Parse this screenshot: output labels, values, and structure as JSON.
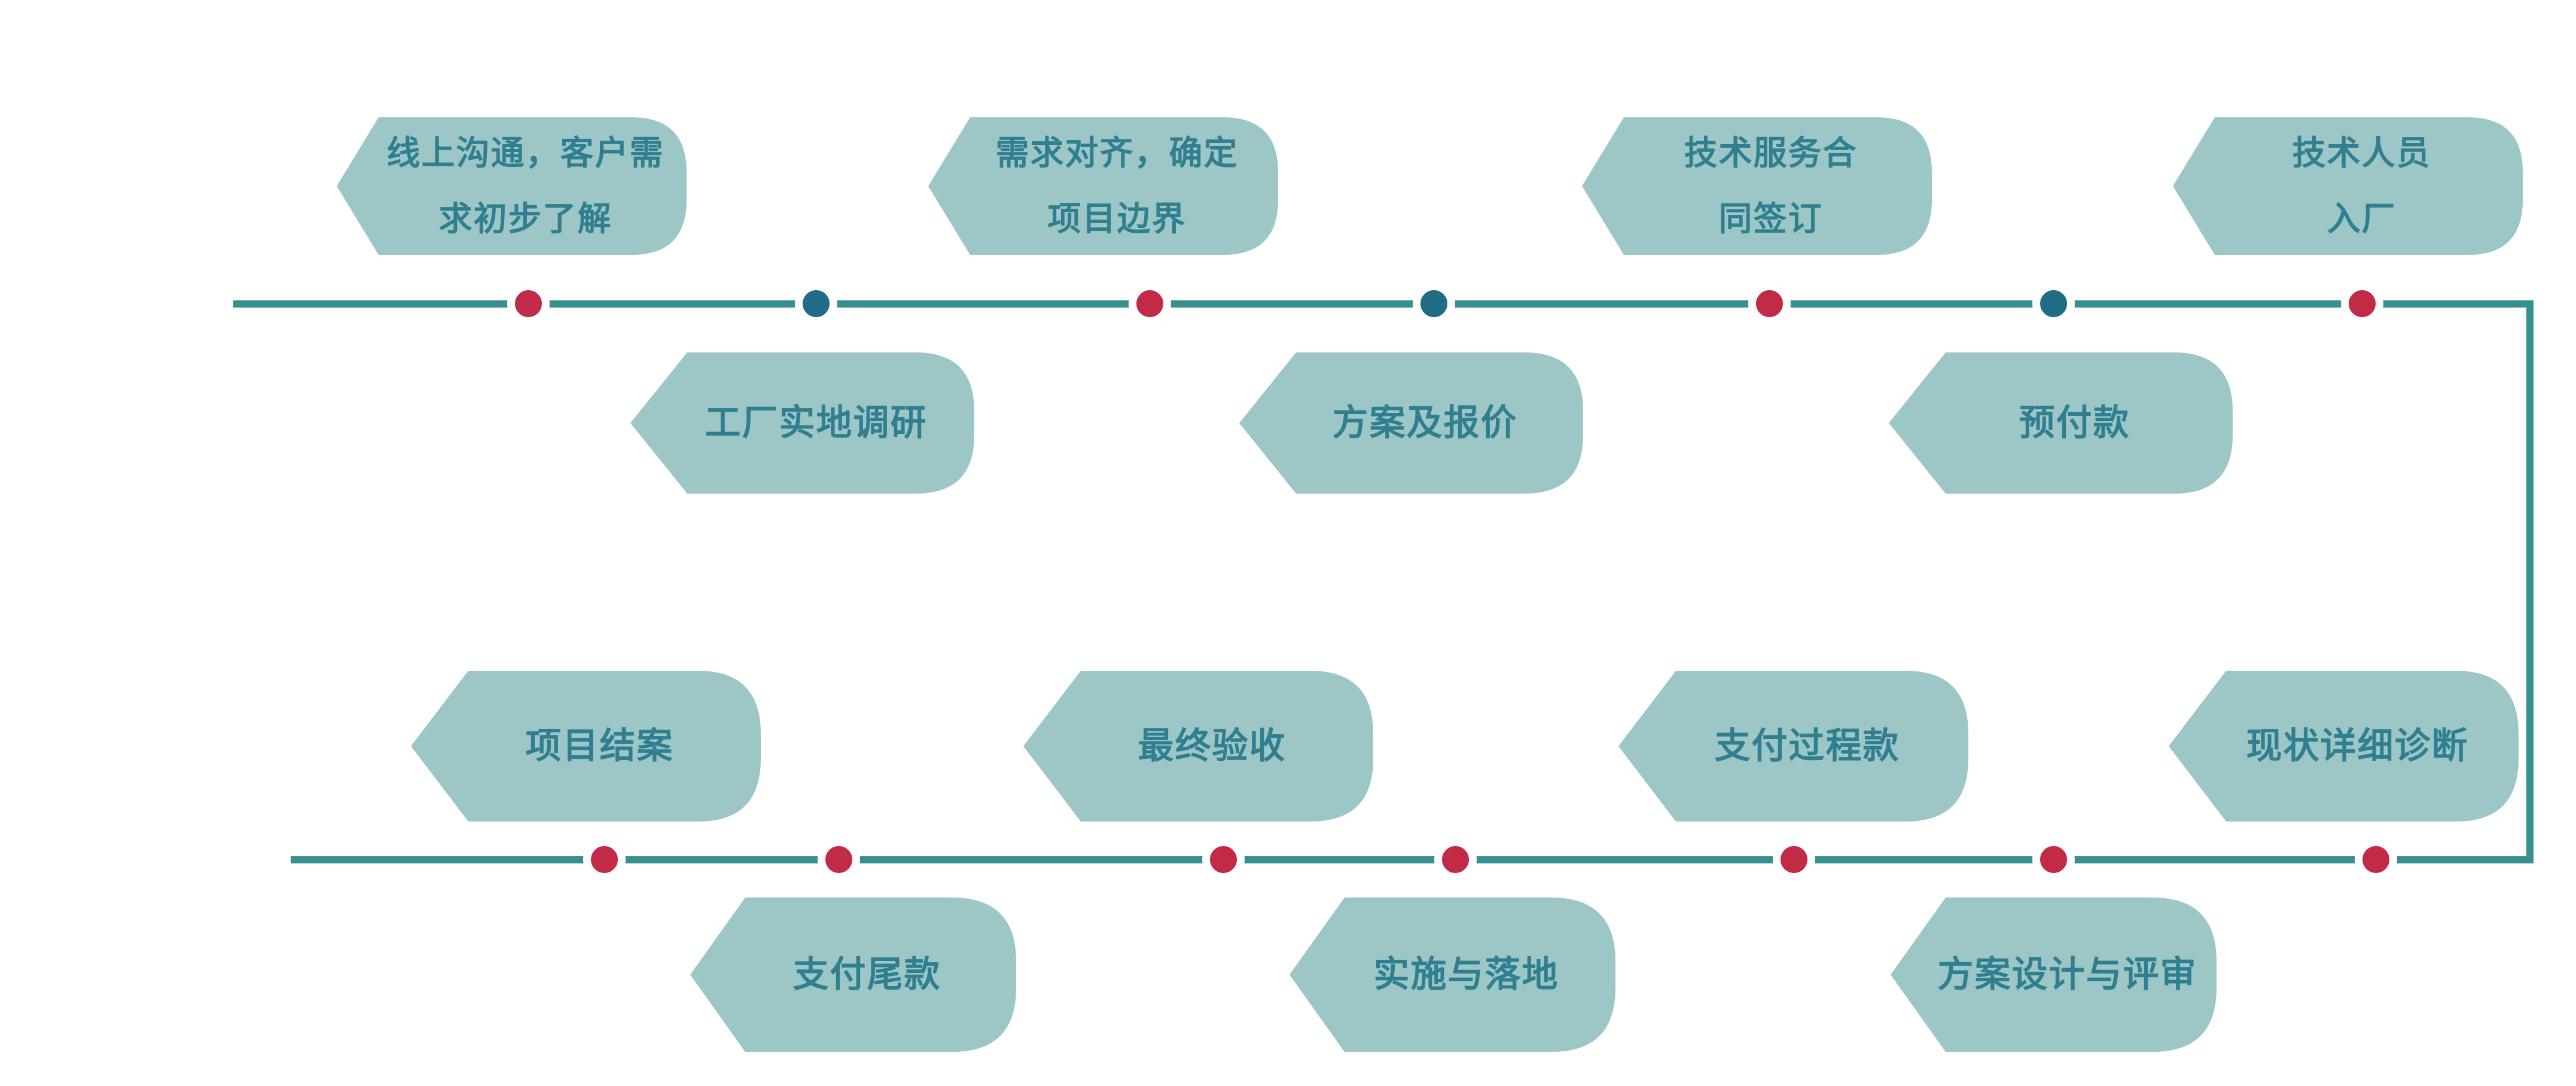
{
  "rows": {
    "row1": [
      {
        "label": "线上沟通，客户需求初步了解",
        "line1": "线上沟通，客户需",
        "line2": "求初步了解"
      },
      {
        "label": "需求对齐，确定项目边界",
        "line1": "需求对齐，确定",
        "line2": "项目边界"
      },
      {
        "label": "技术服务合同签订",
        "line1": "技术服务合",
        "line2": "同签订"
      },
      {
        "label": "技术人员入厂",
        "line1": "技术人员",
        "line2": "入厂"
      }
    ],
    "row2": [
      {
        "label": "工厂实地调研"
      },
      {
        "label": "方案及报价"
      },
      {
        "label": "预付款"
      }
    ],
    "row3": [
      {
        "label": "项目结案"
      },
      {
        "label": "最终验收"
      },
      {
        "label": "支付过程款"
      },
      {
        "label": "现状详细诊断"
      }
    ],
    "row4": [
      {
        "label": "支付尾款"
      },
      {
        "label": "实施与落地"
      },
      {
        "label": "方案设计与评审"
      }
    ]
  },
  "dots": {
    "line1": [
      "red",
      "teal",
      "red",
      "teal",
      "red",
      "teal",
      "red"
    ],
    "line2": [
      "red",
      "red",
      "red",
      "red",
      "red",
      "red",
      "red"
    ]
  },
  "colors": {
    "shape_fill": "#9dc6c7",
    "label_text": "#2f7f90",
    "timeline": "#388f90",
    "dot_red": "#c22b47",
    "dot_teal": "#1f6c84"
  }
}
